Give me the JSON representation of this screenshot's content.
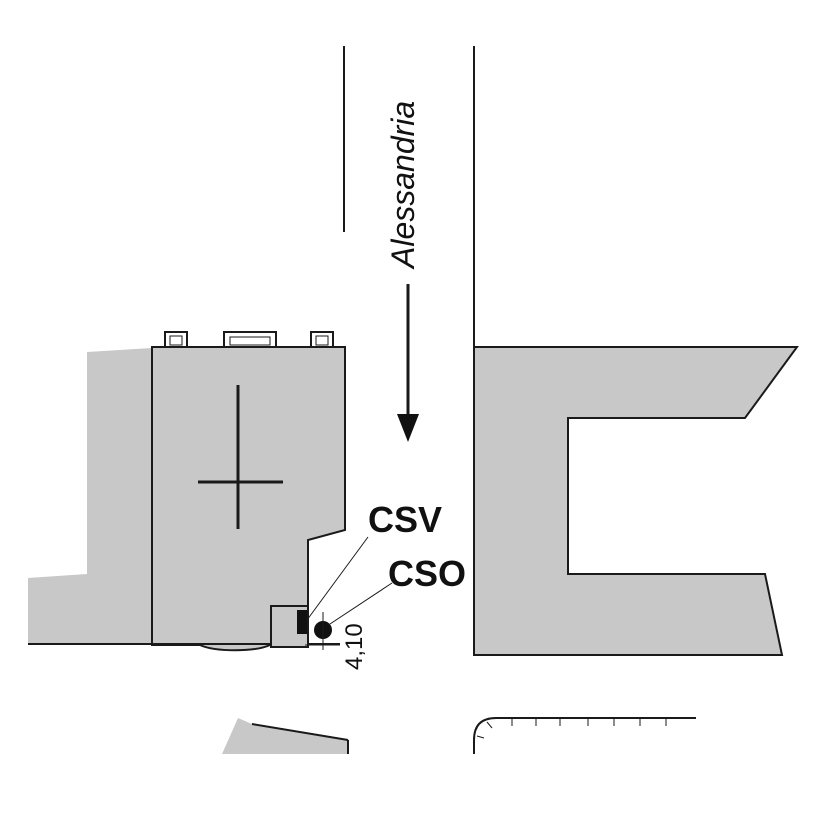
{
  "map": {
    "street_name": "Alessandria",
    "markers": {
      "csv_label": "CSV",
      "cso_label": "CSO"
    },
    "measurement_label": "4,10",
    "colors": {
      "building_fill": "#c8c8c8",
      "line": "#1a1a1a",
      "background": "#ffffff"
    }
  }
}
